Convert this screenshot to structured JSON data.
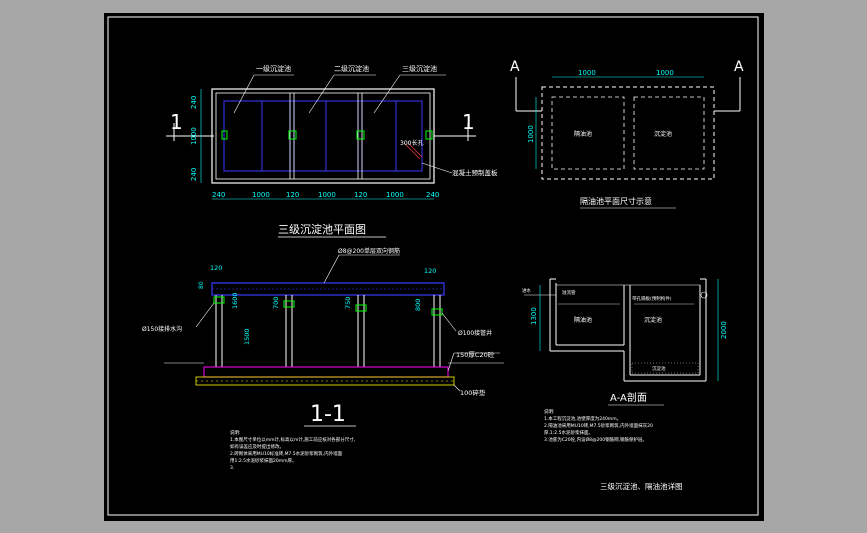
{
  "plan": {
    "tank1": "一级沉淀池",
    "tank2": "二级沉淀池",
    "tank3": "三级沉淀池",
    "section_marker": "1",
    "dim_240": "240",
    "dim_1000": "1000",
    "dim_120": "120",
    "dim_240b": "240",
    "dim_300": "300长孔",
    "baffle_label": "混凝土预制盖板",
    "title": "三级沉淀池平面图"
  },
  "oil_plan": {
    "marker": "A",
    "dim_1000": "1000",
    "left_room": "隔油池",
    "right_room": "沉淀池",
    "title": "隔油池平面尺寸示意"
  },
  "section": {
    "rebar_note": "Ø8@200单层双向钢筋",
    "dim_120": "120",
    "dim_80": "80",
    "dim_1600": "1600",
    "dim_1500": "1500",
    "dim_700": "700",
    "dim_750": "750",
    "dim_800": "800",
    "inlet_pipe": "Ø150接排水沟",
    "outlet_pipe": "Ø100接管井",
    "concrete": "150厚C20砼",
    "gravel": "100碎垫",
    "title": "1-1",
    "notes": [
      "说明:",
      "1.本图尺寸单位以mm计,标高以m计,施工前应核对各部分尺寸,",
      "  如有误差应及时提出修改。",
      "2.砖砌体采用MU10标准砖,M7.5水泥砂浆砌筑,内外墙面",
      "  用1:2.5水泥砂浆抹面20mm厚。",
      "3."
    ]
  },
  "aa": {
    "inlet": "进水",
    "pipe_label": "溢流管",
    "mid_label": "带孔隔板(预制构件)",
    "left_room": "隔油池",
    "right_room": "沉淀池",
    "dim_1300": "1300",
    "dim_2000": "2000",
    "bottom_label": "沉淀池",
    "title": "A-A剖面",
    "notes": [
      "说明:",
      "1.本工程沉淀池,池壁厚度为240mm。",
      "2.隔油池采用MU10砖,M7.5砂浆砌筑,内外墙面抹灰20",
      "  厚,1:2.5水泥砂浆抹面。",
      "3.池底为C20砼,内设Ø8@200钢筋网,钢筋保护层。"
    ]
  },
  "sheet_title": "三级沉淀池、隔油池详图"
}
